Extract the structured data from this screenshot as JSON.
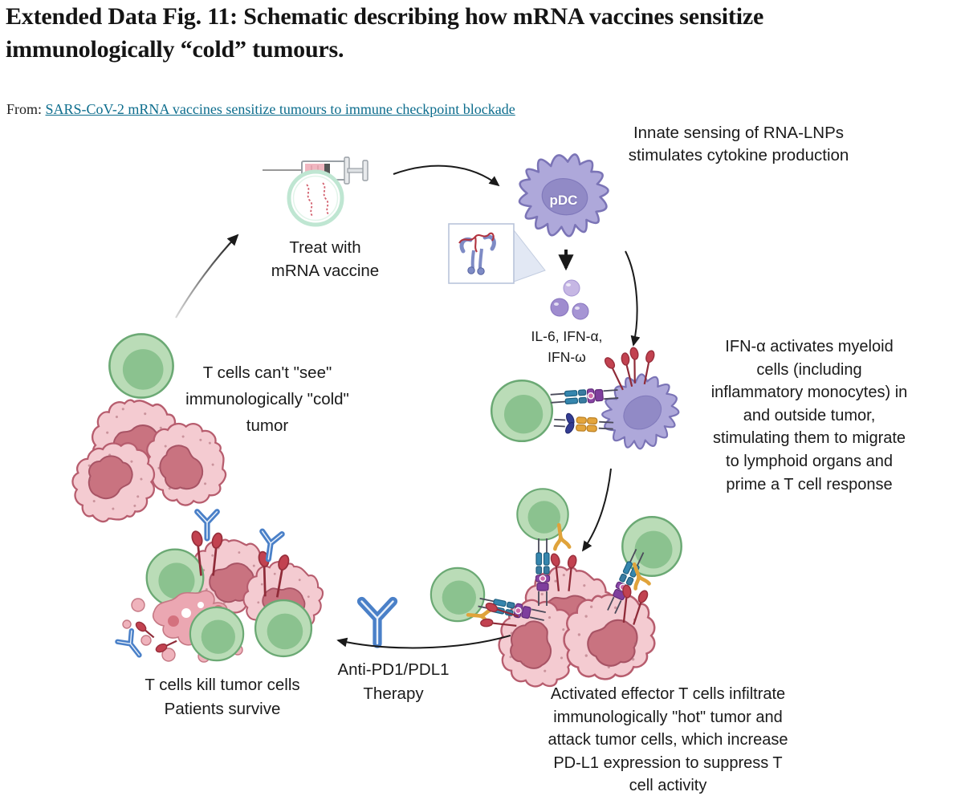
{
  "page": {
    "title": "Extended Data Fig. 11: Schematic describing how mRNA vaccines sensitize immunologically “cold” tumours.",
    "from_label": "From:",
    "from_link": "SARS-CoV-2 mRNA vaccines sensitize tumours to immune checkpoint blockade"
  },
  "figure": {
    "labels": {
      "innate_sensing": "Innate sensing of RNA-LNPs\nstimulates cytokine production",
      "treat": "Treat with\nmRNA vaccine",
      "pdc": "pDC",
      "cytokines": "IL-6, IFN-α,\nIFN-ω",
      "ifn_activates": "IFN-α activates myeloid\ncells (including\ninflammatory monocytes) in\nand outside tumor,\nstimulating them to migrate\nto lymphoid organs and\nprime a T cell response",
      "cold_tumor": "T cells can't \"see\"\nimmunologically \"cold\"\ntumor",
      "activated": "Activated effector T cells infiltrate\nimmunologically \"hot\" tumor and\nattack tumor cells, which increase\nPD-L1 expression to suppress T\ncell activity",
      "therapy": "Anti-PD1/PDL1\nTherapy",
      "kill": "T cells kill tumor cells\nPatients survive"
    },
    "icons": {
      "syringe": "mRNA vaccine syringe",
      "lnp": "lipid nanoparticle containing mRNA",
      "pdc_cell": "plasmacytoid dendritic cell",
      "tlr_inset": "endosomal RNA sensor inset",
      "cytokine_dots": "secreted cytokines",
      "t_cell": "T cell",
      "tumor_cell": "tumor cell",
      "myeloid_cell": "myeloid cell",
      "antibody": "anti-PD1/PDL1 antibody",
      "arrows": "process arrows"
    },
    "colors": {
      "link": "#0d6d8d",
      "t_cell_body": "#badcb7",
      "t_cell_nucleus": "#8bc28f",
      "tumor_body": "#f4cbd1",
      "tumor_nucleus": "#c97380",
      "pdc_body": "#aea8da",
      "pdc_nucleus": "#918ac6",
      "antibody_blue": "#4a80c8",
      "receptor_red": "#c24250",
      "receptor_yellow": "#e0a33b",
      "receptor_teal": "#3586ae",
      "receptor_purple": "#7f3f9d",
      "receptor_navy": "#333c92",
      "lnp_ring": "#bfe6d2",
      "mrna_red": "#d2606e",
      "text": "#1a1a1a"
    }
  }
}
